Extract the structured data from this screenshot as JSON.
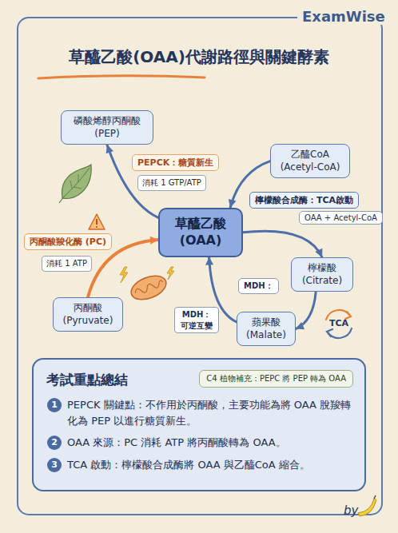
{
  "diagram": {
    "title": "草醯乙酸(OAA)代謝路徑與關鍵酵素",
    "nodes": [
      {
        "text": [
          "磷酸烯醇丙酮酸 (PEP)"
        ]
      },
      {
        "text": [
          "乙醯CoA (Acetyl-CoA)"
        ]
      },
      {
        "text": [
          "草醯乙酸 (OAA)"
        ]
      },
      {
        "text": [
          "檸檬酸 (Citrate)"
        ]
      },
      {
        "text": [
          "蘋果酸 (Malate)"
        ]
      },
      {
        "text": [
          "丙酮酸 (Pyruvate)"
        ]
      },
      {
        "text": [
          "考試重點總結",
          "PEPCK 關鍵點：不作用於丙酮酸，主要功能為將 OAA 脫羧轉化為 PEP 以進行糖質新生。",
          "OAA 來源：PC 消耗 ATP 將丙酮酸轉為 OAA。",
          "TCA 啟動：檸檬酸合成酶將 OAA 與乙醯CoA 縮合。"
        ]
      },
      {
        "text": [
          "C4 植物補充：PEPC 將 PEP 轉為 OAA"
        ],
        "in": 6
      }
    ],
    "edges": [
      {
        "from": 2,
        "to": 0,
        "label": "PEPCK：糖質新生",
        "arrow": "to"
      },
      {
        "from": 1,
        "to": 2,
        "label": "檸檬酸合成酶：TCA啟動",
        "arrow": "to"
      },
      {
        "from": 2,
        "to": 3,
        "label": "OAA + Acetyl-CoA",
        "arrow": "to"
      },
      {
        "from": 3,
        "to": 4,
        "arrow": "to"
      },
      {
        "from": 4,
        "to": 2,
        "label": "MDH：",
        "arrow": "to"
      },
      {
        "from": 5,
        "to": 2,
        "label": "丙酮酸羧化酶 (PC)",
        "arrow": "to"
      }
    ],
    "labels": [
      "ExamWise",
      "消耗 1 GTP/ATP",
      "消耗 1 ATP",
      "MDH： 可逆互變",
      "TCA",
      "1",
      "2",
      "3",
      "by"
    ]
  }
}
